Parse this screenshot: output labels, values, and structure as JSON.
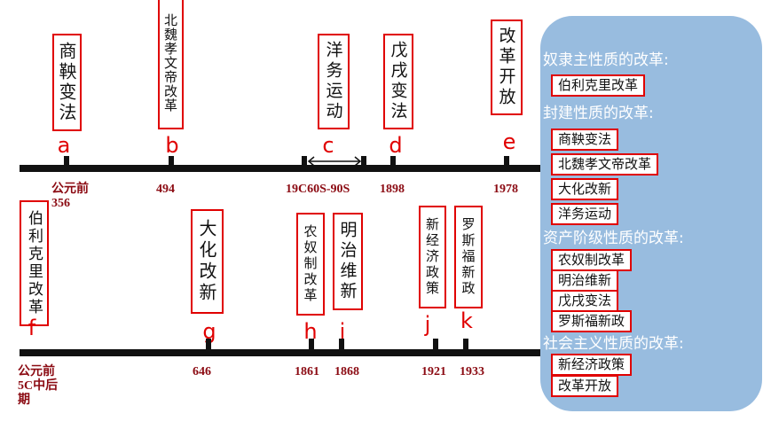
{
  "timeline_top": {
    "events": [
      {
        "id": "a",
        "letter": "a",
        "label": "商鞅变法",
        "year": "公元前356"
      },
      {
        "id": "b",
        "letter": "b",
        "label": "北魏孝文帝改革",
        "year": "494"
      },
      {
        "id": "c",
        "letter": "c",
        "label": "洋务运动",
        "year": "19C60S-90S"
      },
      {
        "id": "d",
        "letter": "d",
        "label": "戊戌变法",
        "year": "1898"
      },
      {
        "id": "e",
        "letter": "e",
        "label": "改革开放",
        "year": "1978"
      }
    ]
  },
  "timeline_bottom": {
    "events": [
      {
        "id": "f",
        "letter": "f",
        "label": "伯利克里改革",
        "year": "公元前5C中后期"
      },
      {
        "id": "g",
        "letter": "g",
        "label": "大化改新",
        "year": "646"
      },
      {
        "id": "h",
        "letter": "h",
        "label": "农奴制改革",
        "year": "1861"
      },
      {
        "id": "i",
        "letter": "i",
        "label": "明治维新",
        "year": "1868"
      },
      {
        "id": "j",
        "letter": "j",
        "label": "新经济政策",
        "year": "1921"
      },
      {
        "id": "k",
        "letter": "k",
        "label": "罗斯福新政",
        "year": "1933"
      }
    ]
  },
  "panel": {
    "categories": [
      {
        "title": "奴隶主性质的改革:",
        "items": [
          "伯利克里改革"
        ]
      },
      {
        "title": "封建性质的改革:",
        "items": [
          "商鞅变法",
          "北魏孝文帝改革",
          "大化改新",
          "洋务运动"
        ]
      },
      {
        "title": "资产阶级性质的改革:",
        "items": [
          "农奴制改革",
          "明治维新",
          "戊戌变法",
          "罗斯福新政"
        ]
      },
      {
        "title": "社会主义性质的改革:",
        "items": [
          "新经济政策",
          "改革开放"
        ]
      }
    ]
  },
  "colors": {
    "accent": "#e00000",
    "year_text": "#8b0a12",
    "panel_bg": "#98bcdf",
    "line": "#111111"
  }
}
